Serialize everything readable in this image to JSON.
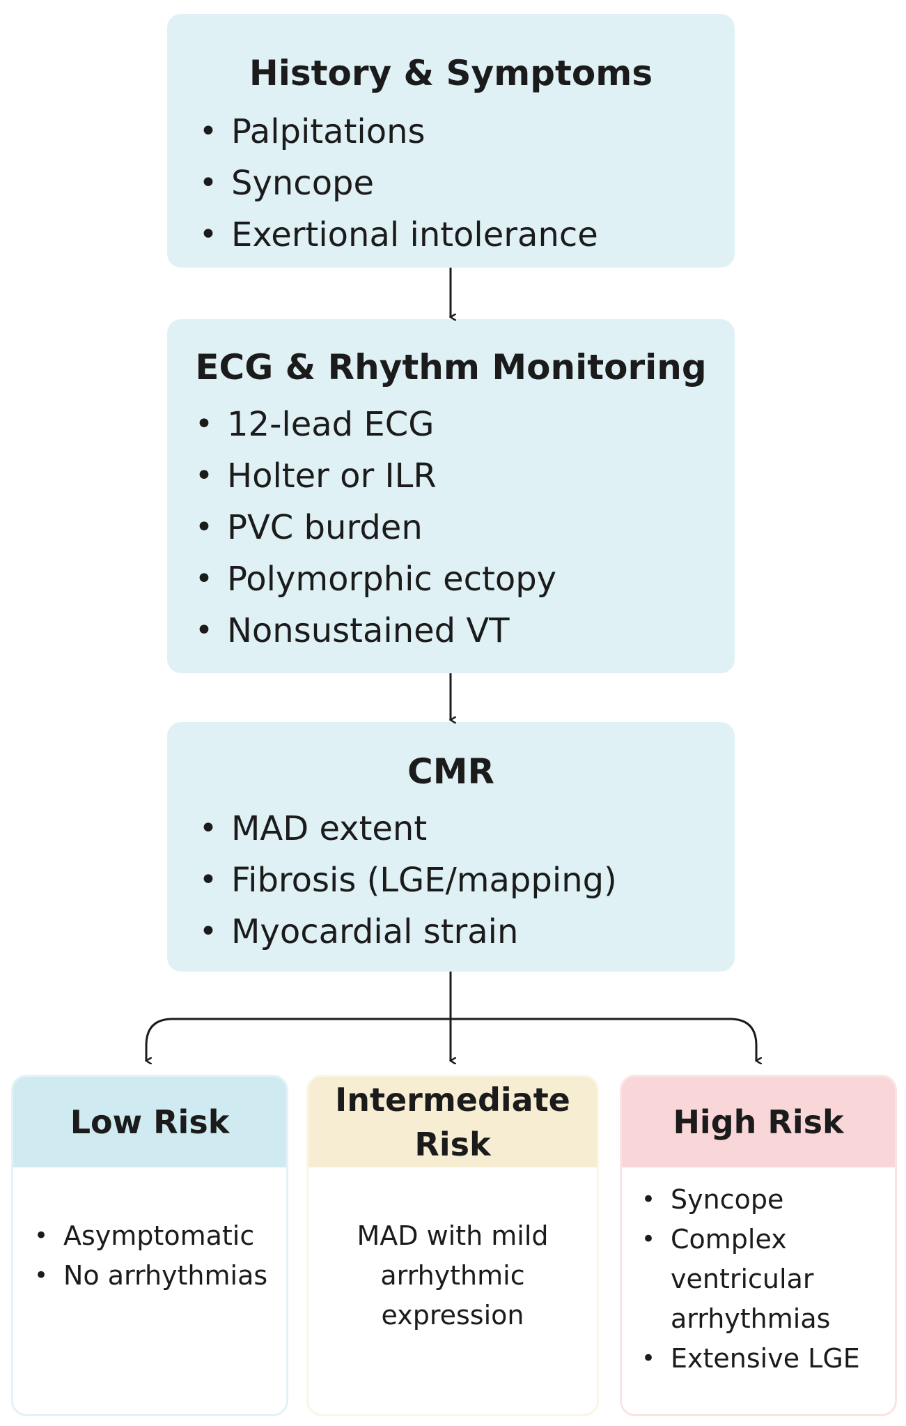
{
  "boxes": [
    {
      "title": "History & Symptoms",
      "items": [
        "Palpitations",
        "Syncope",
        "Exertional intolerance"
      ]
    },
    {
      "title": "ECG & Rhythm Monitoring",
      "items": [
        "12-lead ECG",
        "Holter or ILR",
        "PVC burden",
        "Polymorphic ectopy",
        "Nonsustained VT"
      ]
    },
    {
      "title": "CMR",
      "items": [
        "MAD extent",
        "Fibrosis (LGE/mapping)",
        "Myocardial strain"
      ]
    }
  ],
  "risk": {
    "low": {
      "title": "Low Risk",
      "items": [
        "Asymptomatic",
        "No arrhythmias"
      ]
    },
    "intermediate": {
      "title": "Intermediate Risk",
      "text": "MAD with mild arrhythmic expression"
    },
    "high": {
      "title": "High Risk",
      "items": [
        "Syncope",
        "Complex ventricular arrhythmias",
        "Extensive LGE"
      ]
    }
  },
  "colors": {
    "box": "#dff1f5",
    "low_header": "#cfeaf0",
    "intermediate_header": "#f6edd3",
    "high_header": "#f9d7d9",
    "arrow": "#1b1b1b"
  }
}
